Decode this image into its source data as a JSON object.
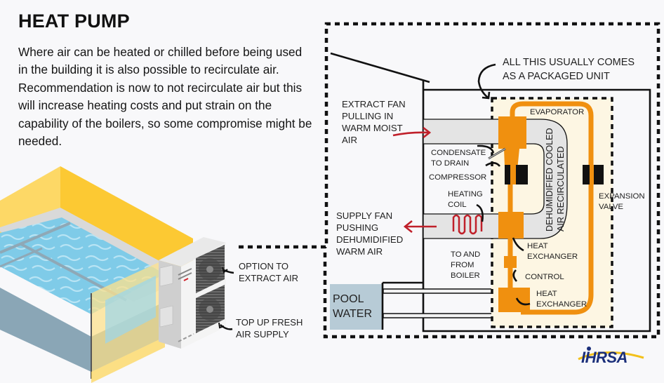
{
  "header": {
    "title": "HEAT PUMP",
    "intro": "Where air can be heated or chilled before being used in the building it is also possible to recirculate air. Recommendation is now to not recirculate air but this will increase heating costs and put strain on the capability of the boilers, so some compromise might be needed."
  },
  "diagram": {
    "packaged_unit_note": [
      "ALL THIS USUALLY COMES",
      "AS A PACKAGED UNIT"
    ],
    "extract_fan": [
      "EXTRACT FAN",
      "PULLING IN",
      "WARM MOIST",
      "AIR"
    ],
    "supply_fan": [
      "SUPPLY FAN",
      "PUSHING",
      "DEHUMIDIFIED",
      "WARM AIR"
    ],
    "condensate": [
      "CONDENSATE",
      "TO DRAIN"
    ],
    "compressor": "COMPRESSOR",
    "heating_coil": [
      "HEATING",
      "COIL"
    ],
    "boiler": [
      "TO AND",
      "FROM",
      "BOILER"
    ],
    "evaporator": "EVAPORATOR",
    "recirculated": [
      "DEHUMIDIFIED COOLED",
      "AIR RECIRCULATED"
    ],
    "expansion_valve": [
      "EXPANSION",
      "VALVE"
    ],
    "heat_exchanger_1": [
      "HEAT",
      "EXCHANGER"
    ],
    "control": "CONTROL",
    "heat_exchanger_2": [
      "HEAT",
      "EXCHANGER"
    ],
    "pool_water": [
      "POOL",
      "WATER"
    ],
    "option_extract": [
      "OPTION TO",
      "EXTRACT AIR"
    ],
    "top_up": [
      "TOP UP FRESH",
      "AIR SUPPLY"
    ]
  },
  "colors": {
    "refrigerant": "#f0900f",
    "unit_bg": "#fdf6e3",
    "duct": "#e6e6e6",
    "pool_water": "#b7cbd6",
    "arrow_red": "#c0202a",
    "wall_yellow": "#fcc933",
    "water_blue": "#7fcbe8",
    "logo_blue": "#1b2f7a"
  },
  "logo": {
    "text": "IHRSA"
  }
}
